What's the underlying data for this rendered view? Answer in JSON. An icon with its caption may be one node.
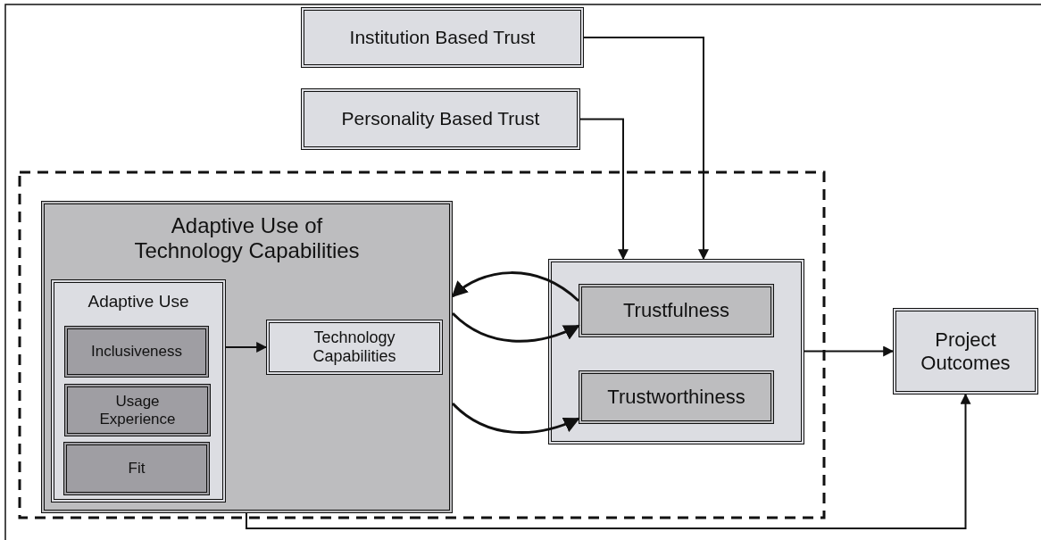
{
  "diagram": {
    "nodes": [
      {
        "text": [
          "Institution Based Trust"
        ]
      },
      {
        "text": [
          "Personality Based Trust"
        ]
      },
      {
        "text": [
          "Adaptive Use of Technology Capabilities"
        ]
      },
      {
        "text": [
          "Adaptive Use"
        ],
        "in": 2
      },
      {
        "text": [
          "Inclusiveness"
        ],
        "in": 3
      },
      {
        "text": [
          "Usage Experience"
        ],
        "in": 3
      },
      {
        "text": [
          "Fit"
        ],
        "in": 3
      },
      {
        "text": [
          "Technology Capabilities"
        ],
        "in": 2
      },
      {
        "text": [],
        "shape": "box"
      },
      {
        "text": [
          "Trustfulness"
        ],
        "in": 8
      },
      {
        "text": [
          "Trustworthiness"
        ],
        "in": 8
      },
      {
        "text": [
          "Project Outcomes"
        ]
      }
    ],
    "edges": [
      {
        "from": 0,
        "to": 8,
        "arrow": "to"
      },
      {
        "from": 1,
        "to": 8,
        "arrow": "to"
      },
      {
        "from": 3,
        "to": 7,
        "arrow": "to"
      },
      {
        "from": 9,
        "to": 2,
        "arrow": "to"
      },
      {
        "from": 2,
        "to": 9,
        "arrow": "to"
      },
      {
        "from": 2,
        "to": 10,
        "arrow": "to"
      },
      {
        "from": 8,
        "to": 11,
        "arrow": "to"
      },
      {
        "from": 2,
        "to": 11,
        "arrow": "to"
      }
    ]
  }
}
